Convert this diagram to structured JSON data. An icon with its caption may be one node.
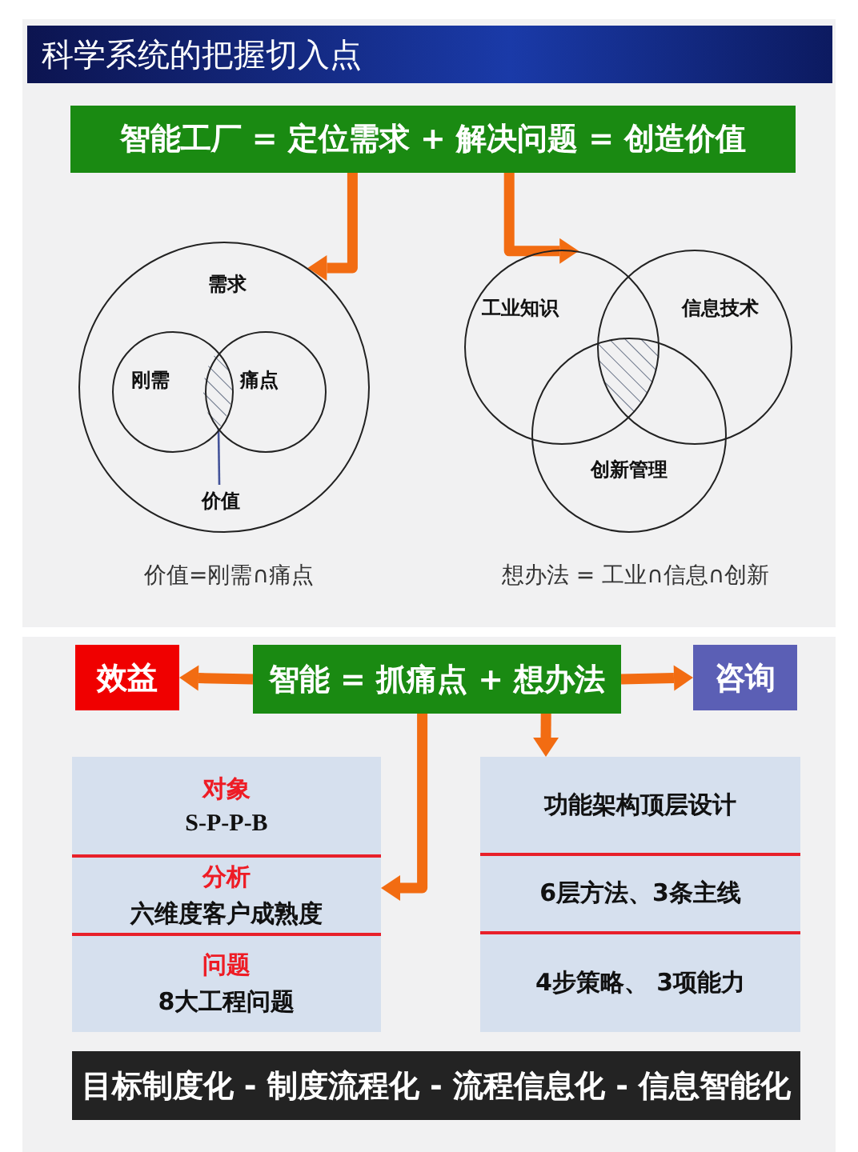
{
  "diagram": {
    "title": "科学系统的把握切入点",
    "nodes": [
      {
        "text": [
          "智能工厂 = 定位需求 + 解决问题 = 创造价值"
        ]
      },
      {
        "text": [
          "需求"
        ]
      },
      {
        "text": [
          "刚需"
        ],
        "in": 1
      },
      {
        "text": [
          "痛点"
        ],
        "in": 1
      },
      {
        "text": [
          "价值"
        ],
        "in": 1
      },
      {
        "text": [
          "工业知识"
        ]
      },
      {
        "text": [
          "信息技术"
        ]
      },
      {
        "text": [
          "创新管理"
        ]
      },
      {
        "text": [
          "智能 = 抓痛点 + 想办法"
        ]
      },
      {
        "text": [
          "效益"
        ]
      },
      {
        "text": [
          "咨询"
        ]
      },
      {
        "text": [],
        "shape": "box"
      },
      {
        "text": [
          "对象",
          "S-P-P-B"
        ],
        "in": 11
      },
      {
        "text": [
          "分析",
          "六维度客户成熟度"
        ],
        "in": 11
      },
      {
        "text": [
          "问题",
          "8大工程问题"
        ],
        "in": 11
      },
      {
        "text": [],
        "shape": "box"
      },
      {
        "text": [
          "功能架构顶层设计"
        ],
        "in": 15
      },
      {
        "text": [
          "6层方法、3条主线"
        ],
        "in": 15
      },
      {
        "text": [
          "4步策略、 3项能力"
        ],
        "in": 15
      },
      {
        "text": [
          "目标制度化 - 制度流程化 - 流程信息化 - 信息智能化"
        ]
      }
    ],
    "edges": [
      {
        "from": 0,
        "to": 1,
        "arrow": "to"
      },
      {
        "from": 0,
        "to": 5,
        "arrow": "to"
      },
      {
        "from": 4,
        "to": 2,
        "arrow": "none",
        "color": "#44549a"
      },
      {
        "from": 8,
        "to": 9,
        "arrow": "to"
      },
      {
        "from": 8,
        "to": 10,
        "arrow": "to"
      },
      {
        "from": 8,
        "to": 11,
        "arrow": "to"
      },
      {
        "from": 8,
        "to": 15,
        "arrow": "to"
      }
    ],
    "labels": [
      "价值=刚需∩痛点",
      "想办法 = 工业∩信息∩创新"
    ]
  }
}
